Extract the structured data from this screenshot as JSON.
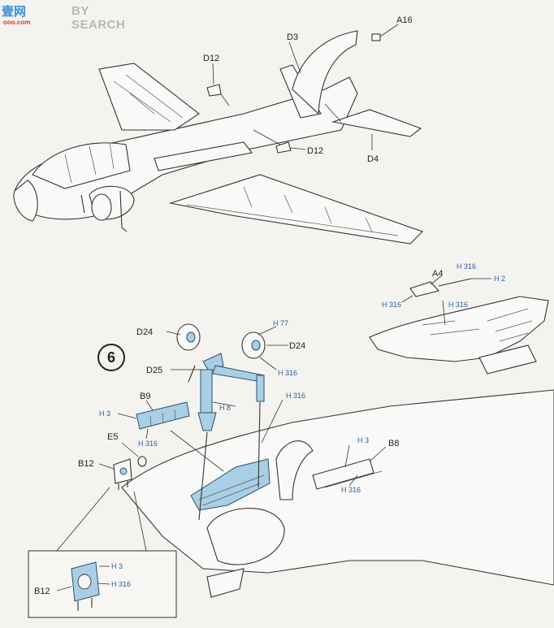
{
  "watermark": {
    "chinese": "壹网",
    "site": "BY SEARCH",
    "url": "ooo.com"
  },
  "step": "6",
  "top_section": {
    "labels": {
      "a16": "A16",
      "d3": "D3",
      "d12_upper": "D12",
      "d12_lower": "D12",
      "d4": "D4"
    }
  },
  "detail_upper_right": {
    "a4": "A4",
    "h316_a": "H 316",
    "h2": "H 2",
    "h316_b": "H 316",
    "h316_c": "H 316"
  },
  "gear_section": {
    "d24_left": "D24",
    "d24_right": "D24",
    "d25": "D25",
    "h77": "H 77",
    "h316_wheel": "H 316",
    "h8": "H 8",
    "h316_mid": "H 316",
    "b9": "B9",
    "h3_b9": "H 3",
    "h316_b9": "H 316",
    "e5": "E5",
    "b12": "B12",
    "b8": "B8",
    "h3_b8": "H 3",
    "h316_b8": "H 316"
  },
  "inset": {
    "b12": "B12",
    "h3": "H 3",
    "h316": "H 316"
  },
  "colors": {
    "paint_highlight": "#a9cfe6",
    "callout_text": "#2a5ea8"
  }
}
